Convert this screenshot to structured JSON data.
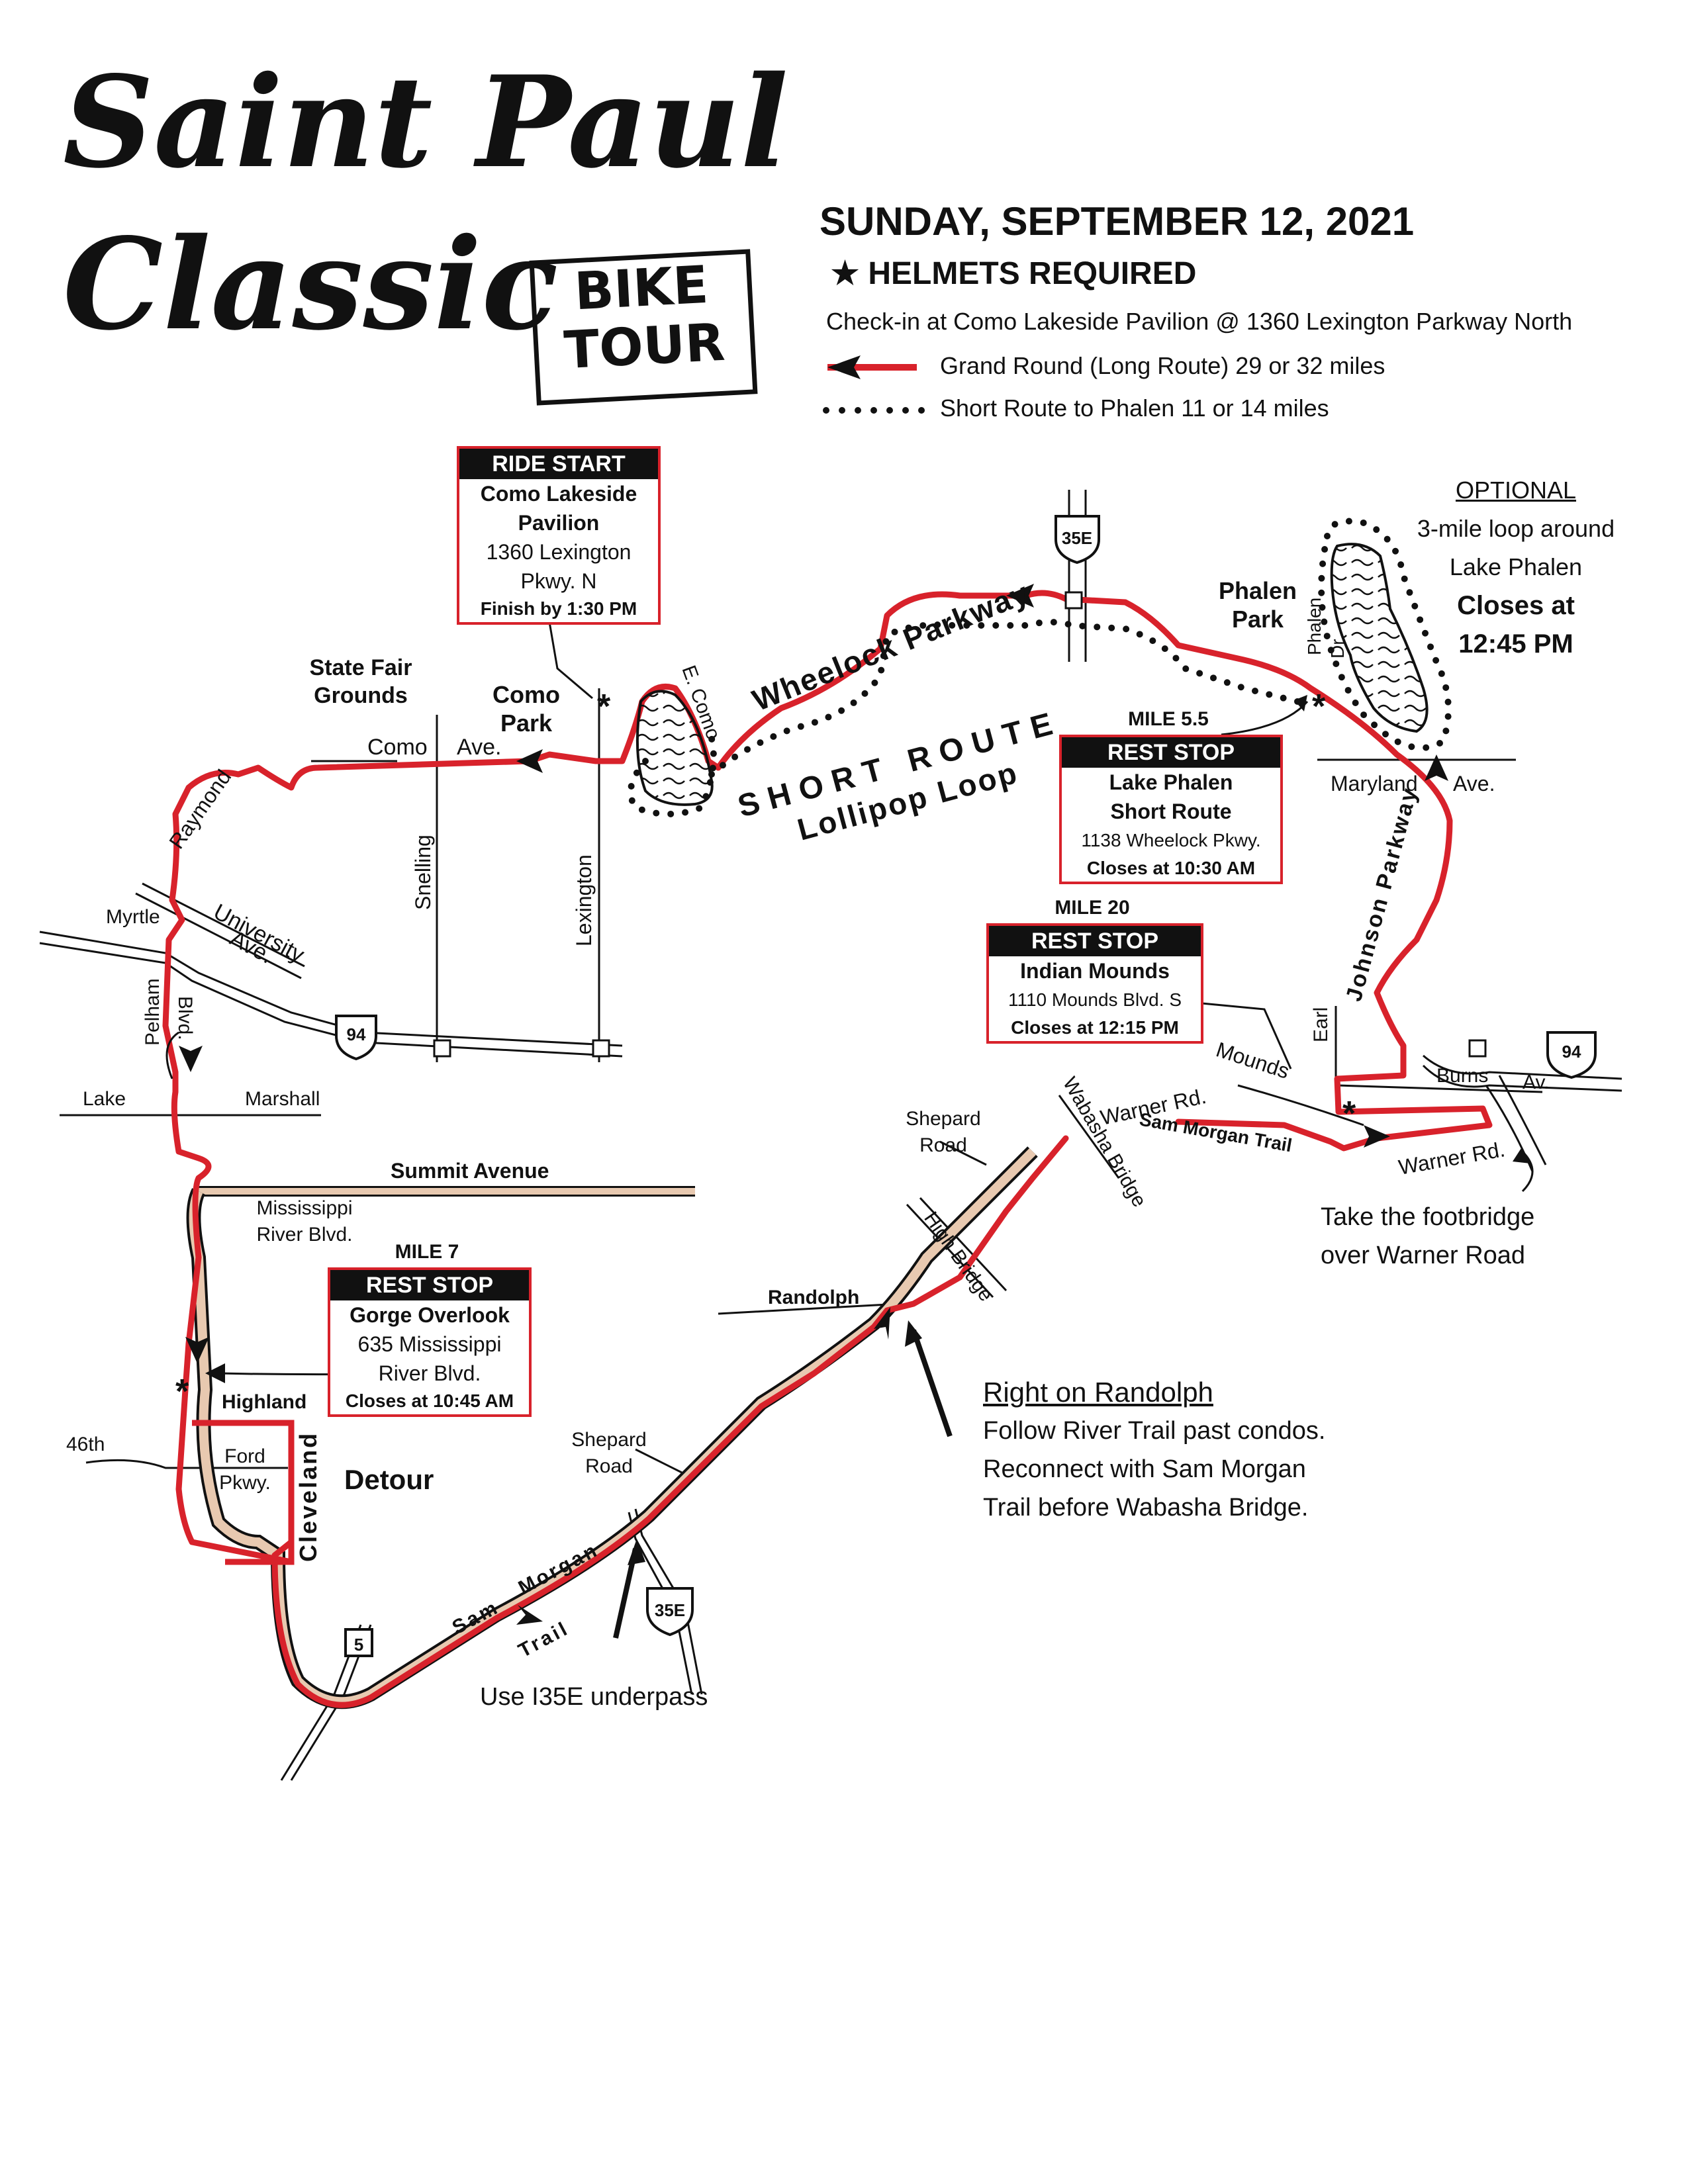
{
  "logo": {
    "line1": "Saint Paul",
    "line2": "Classic",
    "badge_line1": "BIKE",
    "badge_line2": "TOUR"
  },
  "header": {
    "date": "SUNDAY, SEPTEMBER 12, 2021",
    "helmets": "★ HELMETS REQUIRED",
    "checkin": "Check-in at Como Lakeside Pavilion @ 1360 Lexington Parkway North",
    "legend_long": "Grand Round (Long Route) 29 or 32 miles",
    "legend_short": "Short Route to Phalen 11 or 14 miles"
  },
  "colors": {
    "route_red": "#d8222b",
    "trail_tan": "#e8c9b0",
    "ink": "#111111"
  },
  "ride_start": {
    "header": "RIDE START",
    "line1": "Como Lakeside",
    "line2": "Pavilion",
    "line3": "1360 Lexington",
    "line4": "Pkwy. N",
    "line5": "Finish by 1:30 PM"
  },
  "stop_phalen": {
    "mile": "MILE 5.5",
    "header": "REST STOP",
    "line1": "Lake Phalen",
    "line2": "Short Route",
    "line3": "1138 Wheelock Pkwy.",
    "line4": "Closes at 10:30 AM"
  },
  "stop_mounds": {
    "mile": "MILE 20",
    "header": "REST  STOP",
    "line1": "Indian Mounds",
    "line2": "1110 Mounds Blvd. S",
    "line3": "Closes at 12:15 PM"
  },
  "stop_gorge": {
    "mile": "MILE 7",
    "header": "REST  STOP",
    "line1": "Gorge Overlook",
    "line2": "635 Mississippi",
    "line3": "River Blvd.",
    "line4": "Closes at 10:45 AM"
  },
  "optional": {
    "title": "OPTIONAL",
    "line1": "3-mile loop around",
    "line2": "Lake Phalen",
    "line3": "Closes at",
    "line4": "12:45 PM"
  },
  "notes": {
    "randolph_title": "Right on Randolph",
    "randolph_1": "Follow River Trail past condos.",
    "randolph_2": "Reconnect with Sam Morgan",
    "randolph_3": "Trail before Wabasha Bridge.",
    "footbridge_1": "Take the footbridge",
    "footbridge_2": "over Warner Road",
    "underpass": "Use I35E underpass",
    "detour": "Detour"
  },
  "labels": {
    "state_fair_1": "State Fair",
    "state_fair_2": "Grounds",
    "como_park_1": "Como",
    "como_park_2": "Park",
    "como_ave": "Como",
    "como_ave_b": "Ave.",
    "raymond": "Raymond",
    "snelling": "Snelling",
    "lexington": "Lexington",
    "e_como": "E. Como",
    "wheelock": "Wheelock Parkway",
    "short_route": "SHORT ROUTE",
    "lollipop": "Lollipop Loop",
    "phalen_park_1": "Phalen",
    "phalen_park_2": "Park",
    "phalen_dr_1": "Phalen",
    "phalen_dr_2": "Dr.",
    "maryland": "Maryland",
    "maryland_b": "Ave.",
    "johnson": "Johnson Parkway",
    "earl": "Earl",
    "mounds": "Mounds",
    "burns": "Burns",
    "burns_b": "Av.",
    "warner_1": "Warner Rd.",
    "warner_2": "Warner Rd.",
    "sam_morgan_trail": "Sam Morgan Trail",
    "wabasha": "Wabasha Bridge",
    "shepard_1a": "Shepard",
    "shepard_1b": "Road",
    "high_bridge": "High Bridge",
    "randolph": "Randolph",
    "shepard_2a": "Shepard",
    "shepard_2b": "Road",
    "sam": "Sam",
    "morgan": "Morgan",
    "trail": "Trail",
    "myrtle": "Myrtle",
    "university": "University",
    "university_b": "Ave.",
    "pelham": "Pelham",
    "pelham_b": "Blvd.",
    "lake": "Lake",
    "marshall": "Marshall",
    "summit": "Summit Avenue",
    "miss_blvd_1": "Mississippi",
    "miss_blvd_2": "River Blvd.",
    "highland": "Highland",
    "forty_sixth": "46th",
    "ford_1": "Ford",
    "ford_2": "Pkwy.",
    "cleveland": "Cleveland",
    "i35e_top": "35E",
    "i35e_bottom": "35E",
    "i94_left": "94",
    "i94_right": "94",
    "hwy5": "5"
  }
}
